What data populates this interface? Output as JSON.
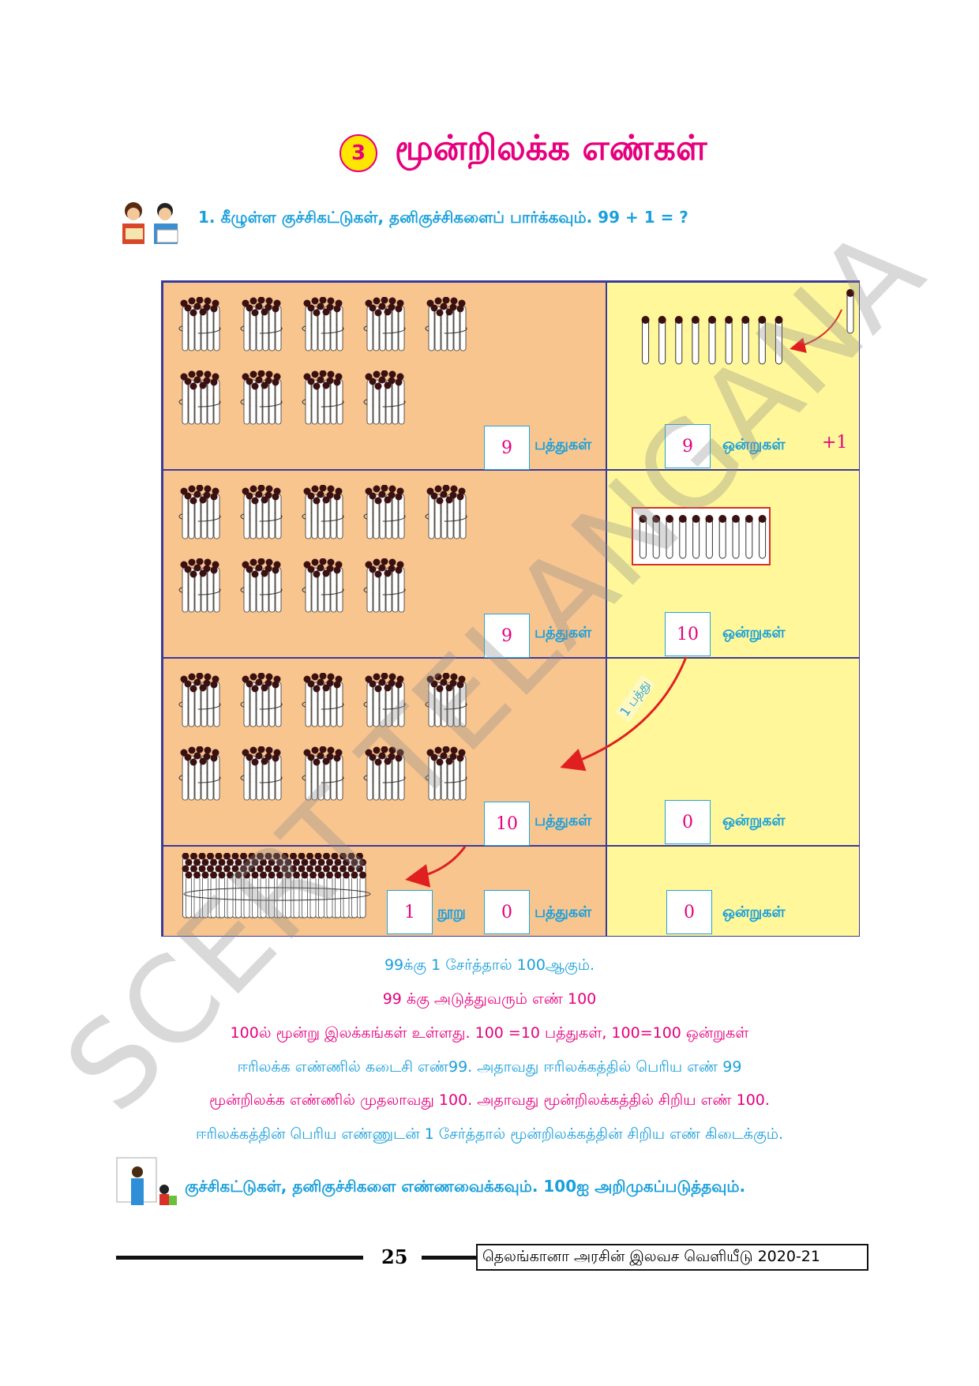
{
  "header": {
    "chapter_number": "3",
    "title": "மூன்றிலக்க எண்கள்"
  },
  "instruction": "1. கீழுள்ள குச்சிகட்டுகள், தனிகுச்சிகளைப் பார்க்கவும். 99 + 1 = ?",
  "table": {
    "rows": [
      {
        "tens_value": "9",
        "tens_label": "பத்துகள்",
        "ones_value": "9",
        "ones_label": "ஒன்றுகள்",
        "extra": "+1"
      },
      {
        "tens_value": "9",
        "tens_label": "பத்துகள்",
        "ones_value": "10",
        "ones_label": "ஒன்றுகள்"
      },
      {
        "tens_value": "10",
        "tens_label": "பத்துகள்",
        "ones_value": "0",
        "ones_label": "ஒன்றுகள்",
        "arrow_label": "1 பத்து"
      },
      {
        "hundreds_value": "1",
        "hundreds_label": "நூறு",
        "tens_value": "0",
        "tens_label": "பத்துகள்",
        "ones_value": "0",
        "ones_label": "ஒன்றுகள்"
      }
    ]
  },
  "text_lines": [
    "99க்கு 1 சேர்த்தால் 100ஆகும்.",
    "99 க்கு அடுத்துவரும் எண் 100",
    "100ல் மூன்று இலக்கங்கள் உள்ளது. 100 =10 பத்துகள், 100=100 ஒன்றுகள்",
    "ஈரிலக்க எண்ணில் கடைசி எண்99. அதாவது ஈரிலக்கத்தில் பெரிய எண் 99",
    "மூன்றிலக்க எண்ணில் முதலாவது 100. அதாவது மூன்றிலக்கத்தில் சிறிய எண் 100.",
    "ஈரிலக்கத்தின் பெரிய எண்ணுடன் 1 சேர்த்தால் மூன்றிலக்கத்தின் சிறிய எண் கிடைக்கும்."
  ],
  "teacher_note": "குச்சிகட்டுகள், தனிகுச்சிகளை எண்ணவைக்கவும். 100ஐ அறிமுகப்படுத்தவும்.",
  "footer": {
    "page_number": "25",
    "publisher": "தெலங்கானா அரசின் இலவச வெளியீடு 2020-21"
  },
  "watermark": "SCERT TELANGANA",
  "colors": {
    "magenta": "#e6007e",
    "cyan": "#1aa0dc",
    "orange": "#f8c58f",
    "yellow": "#fff799"
  }
}
